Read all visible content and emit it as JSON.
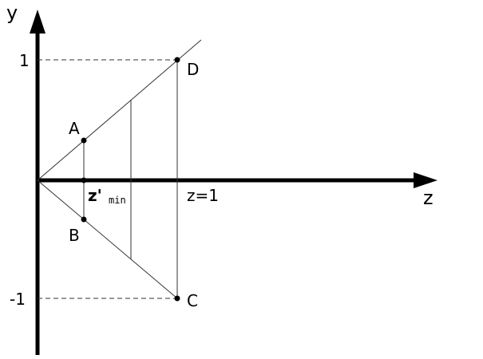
{
  "axes": {
    "y_label": "y",
    "z_label": "z",
    "y_tick_top": "1",
    "y_tick_bottom": "-1",
    "z_tick": "z=1",
    "zmin_main": "z'",
    "zmin_sub": "min"
  },
  "points": {
    "A": "A",
    "B": "B",
    "C": "C",
    "D": "D"
  },
  "colors": {
    "ink": "#000000",
    "thin": "#333333"
  }
}
